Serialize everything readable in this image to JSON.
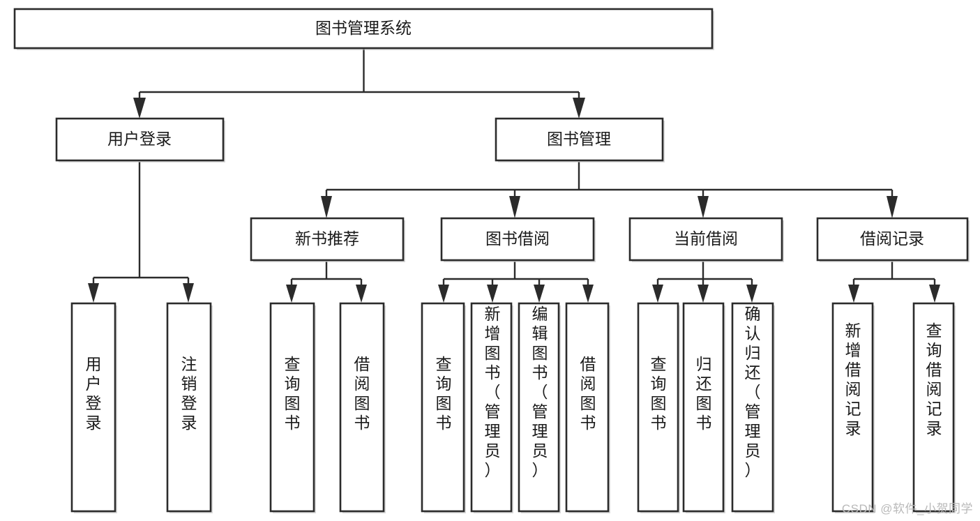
{
  "diagram": {
    "type": "tree-hierarchy-chart",
    "title": "图书管理系统",
    "background_color": "#ffffff",
    "box_stroke_color": "#2b2b2b",
    "box_fill_color": "#ffffff",
    "text_color": "#1a1a1a",
    "root": {
      "id": "root",
      "label": "图书管理系统",
      "orientation": "horizontal"
    },
    "level2": [
      {
        "id": "user-login",
        "label": "用户登录",
        "orientation": "horizontal"
      },
      {
        "id": "book-manage",
        "label": "图书管理",
        "orientation": "horizontal"
      }
    ],
    "level3": [
      {
        "id": "new-book-recommend",
        "label": "新书推荐",
        "parent": "book-manage",
        "orientation": "horizontal"
      },
      {
        "id": "book-borrow",
        "label": "图书借阅",
        "parent": "book-manage",
        "orientation": "horizontal"
      },
      {
        "id": "current-borrow",
        "label": "当前借阅",
        "parent": "book-manage",
        "orientation": "horizontal"
      },
      {
        "id": "borrow-record",
        "label": "借阅记录",
        "parent": "book-manage",
        "orientation": "horizontal"
      }
    ],
    "leaves": [
      {
        "id": "leaf-user-login",
        "label": "用户登录",
        "parent": "user-login",
        "orientation": "vertical"
      },
      {
        "id": "leaf-user-logout",
        "label": "注销登录",
        "parent": "user-login",
        "orientation": "vertical"
      },
      {
        "id": "leaf-query-book-1",
        "label": "查询图书",
        "parent": "new-book-recommend",
        "orientation": "vertical"
      },
      {
        "id": "leaf-borrow-book-1",
        "label": "借阅图书",
        "parent": "new-book-recommend",
        "orientation": "vertical"
      },
      {
        "id": "leaf-query-book-2",
        "label": "查询图书",
        "parent": "book-borrow",
        "orientation": "vertical"
      },
      {
        "id": "leaf-add-book",
        "label": "新增图书（管理员）",
        "parent": "book-borrow",
        "orientation": "vertical"
      },
      {
        "id": "leaf-edit-book",
        "label": "编辑图书（管理员）",
        "parent": "book-borrow",
        "orientation": "vertical"
      },
      {
        "id": "leaf-borrow-book-2",
        "label": "借阅图书",
        "parent": "book-borrow",
        "orientation": "vertical"
      },
      {
        "id": "leaf-query-book-3",
        "label": "查询图书",
        "parent": "current-borrow",
        "orientation": "vertical"
      },
      {
        "id": "leaf-return-book",
        "label": "归还图书",
        "parent": "current-borrow",
        "orientation": "vertical"
      },
      {
        "id": "leaf-confirm-return",
        "label": "确认归还（管理员）",
        "parent": "current-borrow",
        "orientation": "vertical"
      },
      {
        "id": "leaf-add-record",
        "label": "新增借阅记录",
        "parent": "borrow-record",
        "orientation": "vertical"
      },
      {
        "id": "leaf-query-record",
        "label": "查询借阅记录",
        "parent": "borrow-record",
        "orientation": "vertical"
      }
    ]
  },
  "watermark": {
    "text": "CSDN @软件_小贺同学"
  }
}
